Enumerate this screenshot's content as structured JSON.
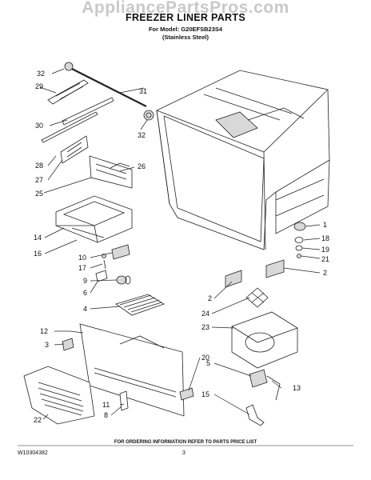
{
  "watermark": "AppliancePartsPros.com",
  "title": "FREEZER LINER PARTS",
  "model_line": "For Model: G20EFSB23S4",
  "variant_line": "(Stainless Steel)",
  "callouts": {
    "c1": "1",
    "c2a": "2",
    "c2b": "2",
    "c3": "3",
    "c4": "4",
    "c5": "5",
    "c6": "6",
    "c8": "8",
    "c9": "9",
    "c10": "10",
    "c11": "11",
    "c12": "12",
    "c13": "13",
    "c14": "14",
    "c15": "15",
    "c16": "16",
    "c17": "17",
    "c18": "18",
    "c19": "19",
    "c20": "20",
    "c21": "21",
    "c22": "22",
    "c23": "23",
    "c24": "24",
    "c25": "25",
    "c26": "26",
    "c27": "27",
    "c28": "28",
    "c29": "29",
    "c30": "30",
    "c31": "31",
    "c32a": "32",
    "c32b": "32"
  },
  "footer": "FOR ORDERING INFORMATION REFER TO PARTS PRICE LIST",
  "doc_number": "W10304382",
  "page_number": "3"
}
